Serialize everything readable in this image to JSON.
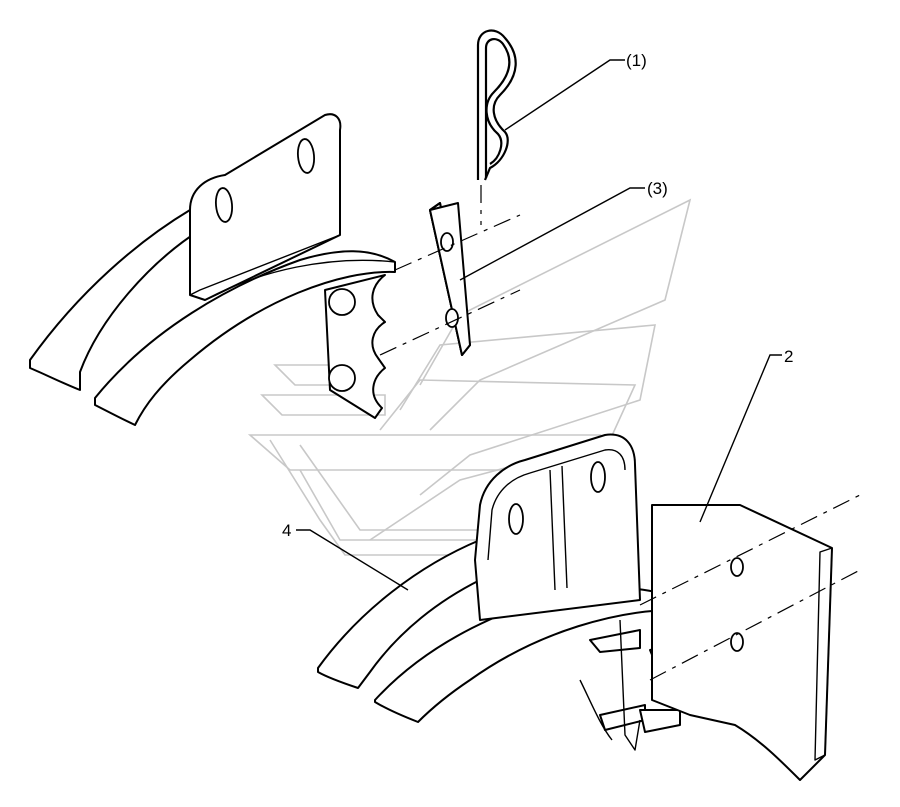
{
  "callouts": {
    "pin": "(1)",
    "plate": "(3)",
    "bracket_right": "2",
    "scraper_lower": "4"
  }
}
